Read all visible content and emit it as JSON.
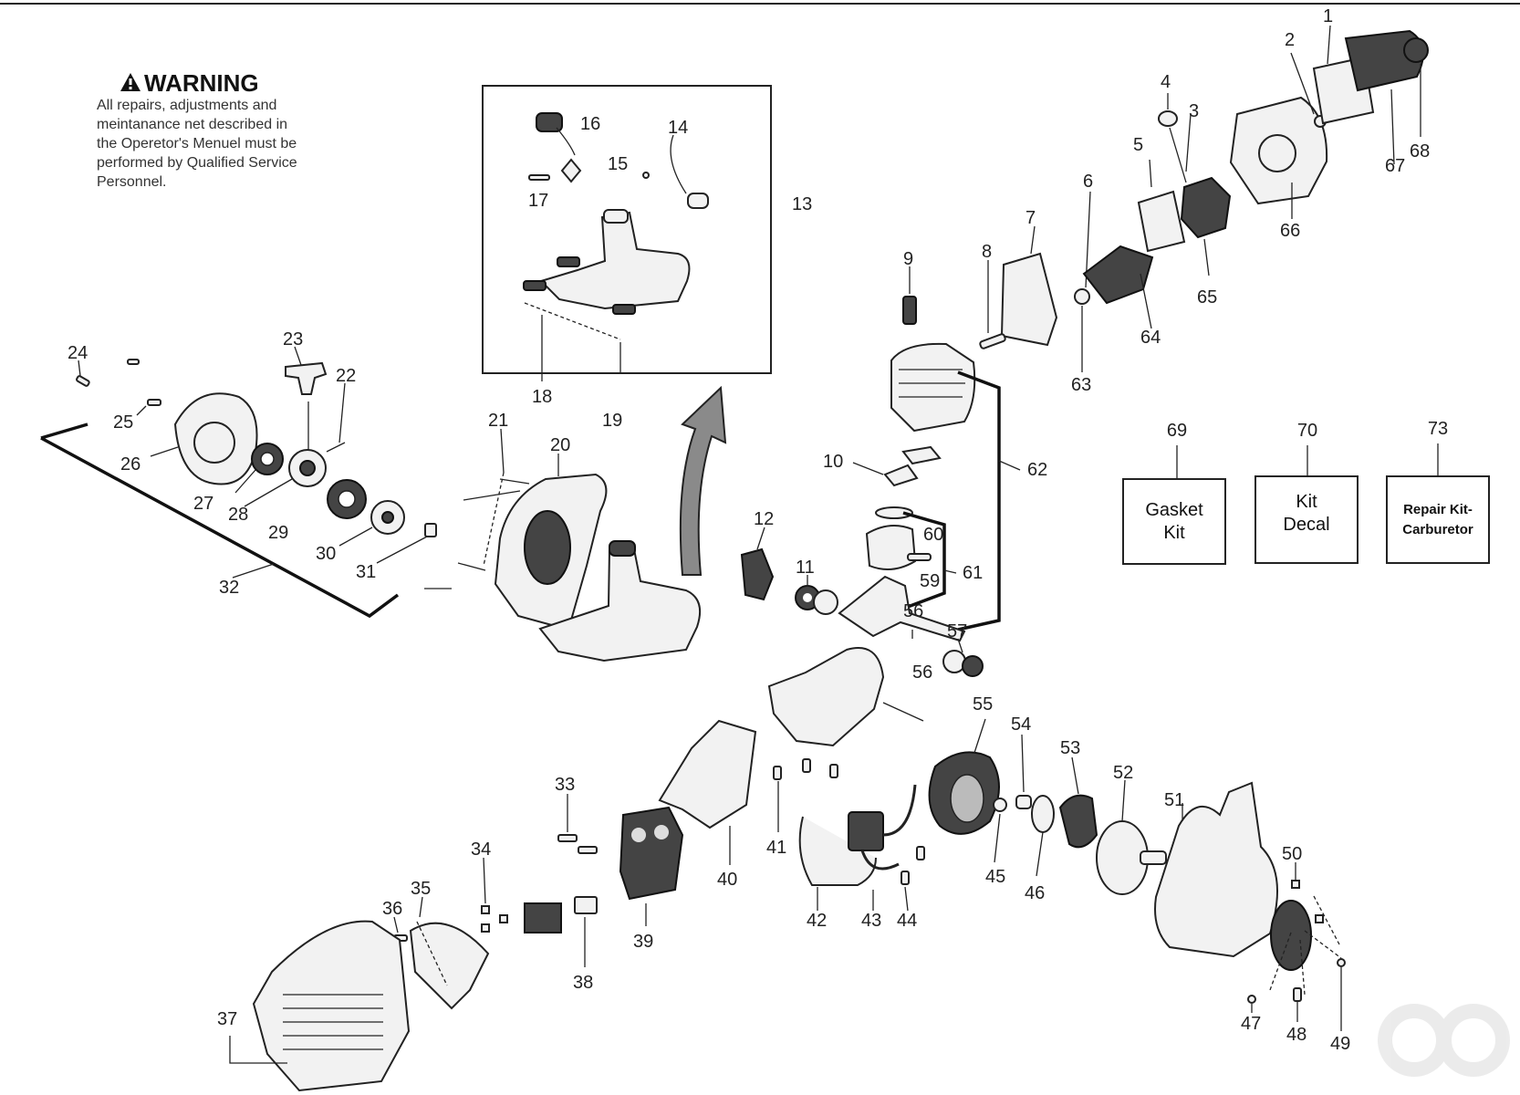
{
  "warning": {
    "title": "WARNING",
    "lines": [
      "All repairs, adjustments and",
      "meintanance net described in",
      "the Operetor's Menuel must be",
      "performed by Qualified Service",
      "Personnel."
    ]
  },
  "kits": [
    {
      "number": "69",
      "lines": [
        "Gasket",
        "Kit"
      ]
    },
    {
      "number": "70",
      "lines": [
        "Kit",
        "Decal"
      ]
    },
    {
      "number": "73",
      "lines": [
        "Repair Kit-",
        "Carburetor"
      ]
    }
  ],
  "part_labels": [
    "1",
    "2",
    "3",
    "4",
    "5",
    "6",
    "7",
    "8",
    "9",
    "10",
    "11",
    "12",
    "13",
    "14",
    "15",
    "16",
    "17",
    "18",
    "19",
    "20",
    "21",
    "22",
    "23",
    "24",
    "25",
    "26",
    "27",
    "28",
    "29",
    "30",
    "31",
    "32",
    "33",
    "34",
    "35",
    "36",
    "37",
    "38",
    "39",
    "40",
    "41",
    "42",
    "43",
    "44",
    "45",
    "46",
    "47",
    "48",
    "49",
    "50",
    "51",
    "52",
    "53",
    "54",
    "55",
    "56",
    "56",
    "57",
    "59",
    "60",
    "61",
    "62",
    "63",
    "64",
    "65",
    "66",
    "67",
    "68"
  ],
  "colors": {
    "line": "#222222",
    "arrow": "#8a8a8a",
    "background": "#ffffff"
  }
}
